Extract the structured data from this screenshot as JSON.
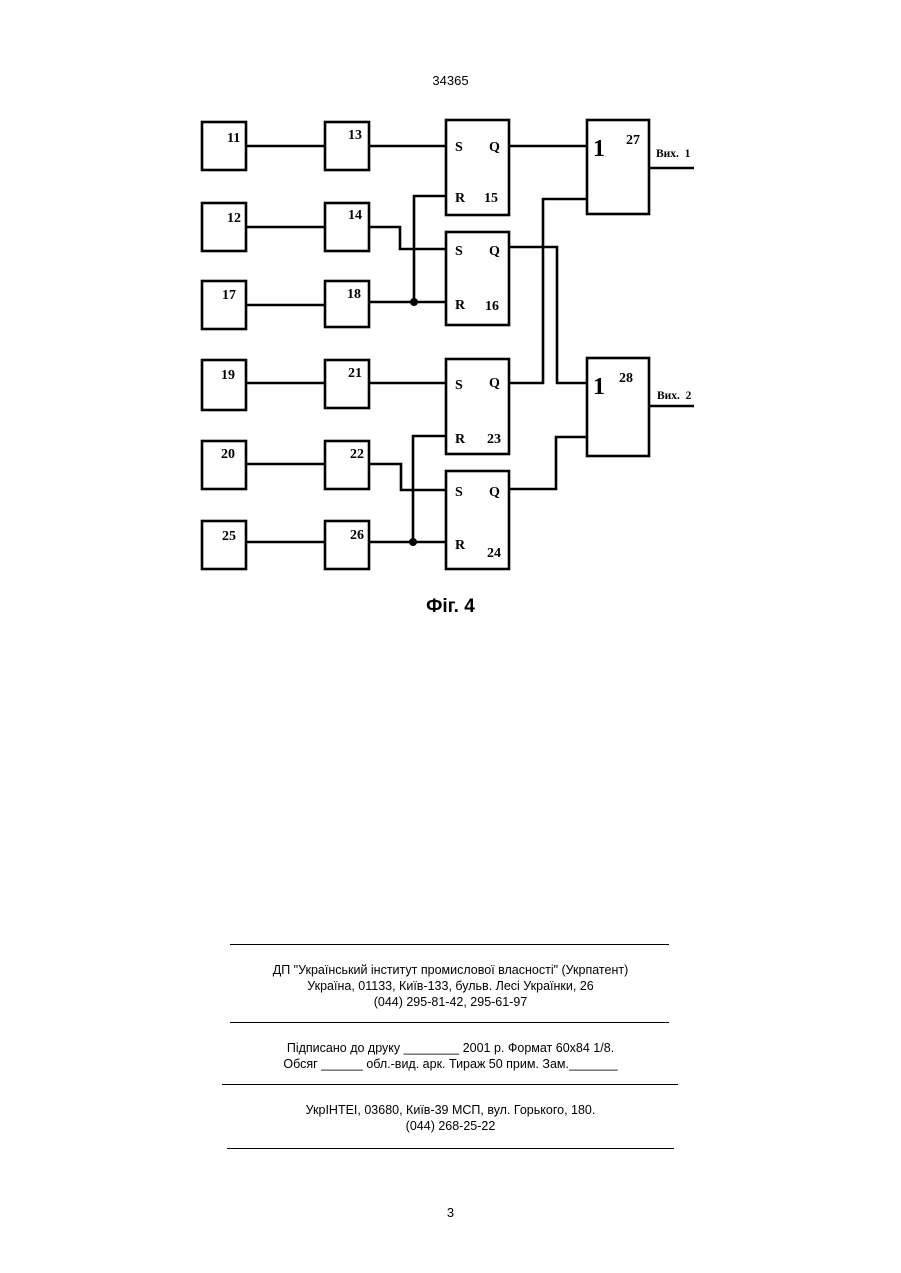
{
  "patent_number": "34365",
  "diagram": {
    "blocks": [
      "11",
      "12",
      "17",
      "19",
      "20",
      "25",
      "13",
      "14",
      "18",
      "21",
      "22",
      "26"
    ],
    "triggers": [
      {
        "set": "S",
        "reset": "R",
        "output": "Q",
        "number": "15"
      },
      {
        "set": "S",
        "reset": "R",
        "output": "Q",
        "number": "16"
      },
      {
        "set": "S",
        "reset": "R",
        "output": "Q",
        "number": "23"
      },
      {
        "set": "S",
        "reset": "R",
        "output": "Q",
        "number": "24"
      }
    ],
    "gates": [
      {
        "symbol": "1",
        "number": "27"
      },
      {
        "symbol": "1",
        "number": "28"
      }
    ],
    "outputs": [
      "Вих.  1",
      "Вих.  2"
    ]
  },
  "figure_caption": "Фіг. 4",
  "imprint": {
    "org_line1": "ДП \"Український інститут промислової власності\" (Укрпатент)",
    "org_line2": "Україна, 01133, Київ-133, бульв. Лесі Українки, 26",
    "org_line3": "(044) 295-81-42, 295-61-97",
    "print_line1": "Підписано до друку ________ 2001 р.   Формат 60х84 1/8.",
    "print_line2": "Обсяг ______ обл.-вид. арк.   Тираж 50 прим.    Зам._______",
    "printer_line1": "УкрІНТЕІ, 03680, Київ-39 МСП, вул. Горького, 180.",
    "printer_line2": "(044) 268-25-22"
  },
  "page_number": "3"
}
